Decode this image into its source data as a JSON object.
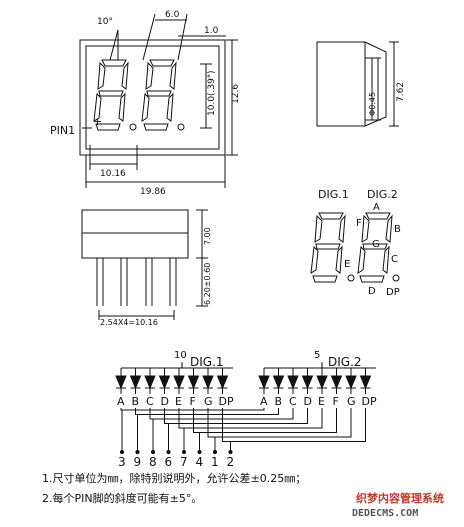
{
  "front": {
    "pin_label": "PIN1",
    "plus": "+",
    "angle": "10°",
    "digit_width": "6.0",
    "stroke_w": "1.0",
    "digit_h": "10.0(.39\")",
    "height": "12.6",
    "pitch": "10.16",
    "width": "19.86"
  },
  "side": {
    "pin_dia": "Φ0.45",
    "depth": "7.62"
  },
  "bottom": {
    "body_h": "7.00",
    "pin_len": "6.20±0.60",
    "pin_pitch": "2.54X4=10.16"
  },
  "seg": {
    "dig1": "DIG.1",
    "dig2": "DIG.2",
    "a": "A",
    "b": "B",
    "c": "C",
    "d": "D",
    "e": "E",
    "f": "F",
    "g": "G",
    "dp": "DP"
  },
  "circuit": {
    "dig1_pin": "10",
    "dig1": "DIG.1",
    "dig2_pin": "5",
    "dig2": "DIG.2",
    "segments": [
      "A",
      "B",
      "C",
      "D",
      "E",
      "F",
      "G",
      "DP"
    ],
    "pins": [
      "3",
      "9",
      "8",
      "6",
      "7",
      "4",
      "1",
      "2"
    ]
  },
  "notes": {
    "line1": "1.尺寸单位为㎜，除特别说明外，允许公差±0.25㎜；",
    "line2": "2.每个PIN脚的斜度可能有±5°。"
  },
  "watermark": {
    "cn": "织梦内容管理系统",
    "en": "DEDECMS.COM"
  }
}
